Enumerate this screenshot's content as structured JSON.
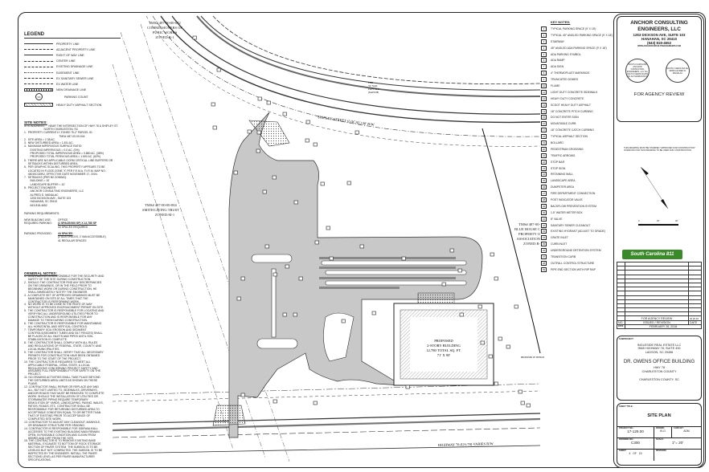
{
  "legend": {
    "title": "LEGEND",
    "items": [
      "PROPERTY LINE",
      "ADJACENT PROPERTY LINE",
      "RIGHT OF WAY LINE",
      "CENTER LINE",
      "EXISTING DRAINAGE LINE",
      "EASEMENT LINE",
      "EX SANITARY SEWER LINE",
      "EX WATER LINE",
      "NEW DRAINAGE LINE",
      "PARKING COUNT",
      "HEAVY DUTY ASPHALT SECTION"
    ],
    "parking_count_symbol": "XX"
  },
  "site_notes": {
    "title": "SITE NOTES:",
    "lines": [
      "SITE ADDRESS:     NEAR THE INTERSECTION OF HWY 78 & SHIPLEY ST.",
      "                          NORTH CHARLESTON, SC",
      "1.  PROPERTY CURRENTLY ZONED \"B-2\" PARCEL ID:",
      "                                              TMS# 487-00-00-044",
      "2.  SITE AREA = 2.38 AC.",
      "3.  NEW DISTURBED AREA = 1.811 AC.",
      "4.  MAXIMUM IMPERVIOUS SURFACE RATIO:",
      "        EXISTING IMPERVIOUS = 0.0 AC. (0%)",
      "        PROPOSED TOTAL IMPERVIOUS AREA = 0.880 AC. (38%)",
      "        PROPOSED TOTAL PERVIOUS AREA = 1.500 AC. (62%)",
      "5.  THERE ARE NO APPLICABLE OCRM CRITICAL LINE BUFFERS OR",
      "     SETBACKS WITHIN DISTURBED AREA.",
      "6.  PER GRAPHIC SCALING, THIS PROPERTY APPEARS TO BE",
      "     LOCATED IN FLOOD ZONE 'X' PER F.E.M.A. F.I.R.M. MAP NO.",
      "     45019C0259J, EFFECTIVE DATE NOVEMBER 17, 2004.",
      "7.  SETBACKS (PER B2 ZONING):",
      "        BUILDING = 10'",
      "        LANDSCAPE BUFFER = 10'",
      "8.  PROJECT ENGINEER:",
      "        ANCHOR CONSULTING ENGINEERS, LLC",
      "        ALFRED D. MANALAC",
      "        1253 DICKSON AVE., SUITE 103",
      "        HANAHAN, SC 29410",
      "        843-818-4652"
    ]
  },
  "parking": {
    "title": "PARKING REQUIREMENTS:",
    "use_label": "NEW BUILDING USE:",
    "use_value": "OFFICE",
    "required_label": "REQUIRED PARKING:",
    "required_value": "(1 SPACE/300 SF) X 12,780 SF",
    "required_value2": "43 SPACES REQUIRED",
    "provided_label": "PARKING PROVIDED:",
    "provided_value": "44 SPACES",
    "provided_value2": "(2 ADA SPACES, 2 VAN ACCESSIBLE)",
    "provided_value3": "41 REGULAR SPACES"
  },
  "general_notes": {
    "title": "GENERAL NOTES:",
    "lines": [
      "1.  CONTRACTOR IS RESPONSIBLE FOR THE SECURITY AND",
      "     SAFETY OF THE SITE DURING CONSTRUCTION.",
      "2.  SHOULD THE CONTRACTOR FIND ANY DISCREPANCIES",
      "     ON THE DRAWINGS, OR IN THE FIELD PRIOR TO",
      "     BEGINNING WORK OR DURING CONSTRUCTION, HE",
      "     SHALL IMMEDIATELY NOTIFY THE ENGINEER.",
      "3.  A COMPLETE SET OF APPROVED DRAWINGS MUST BE",
      "     MAINTAINED ON SITE AT ALL TIMES THAT THE",
      "     CONTRACTOR IS PERFORMING WORK.",
      "4.  NO WORK IS TO BE DONE IN THE RIGHT-OF-WAY",
      "     WITHOUT APPROVED ENCROACHMENT PERMIT ON SITE.",
      "5.  THE CONTRACTOR IS RESPONSIBLE FOR LOCATING AND",
      "     VERIFYING ALL UNDERGROUND UTILITIES PRIOR TO",
      "     CONSTRUCTION AND IS RESPONSIBLE FOR ANY",
      "     DAMAGE TO THEM DURING CONSTRUCTION.",
      "6.  THE CONTRACTOR IS RESPONSIBLE FOR MAINTAINING",
      "     ALL HORIZONTAL AND VERTICAL CONTROLS.",
      "7.  TEMPORARY SOIL EROSION AND SEDIMENT",
      "     CONTROLS(SEDIMENT TUBES AND SILT FENCES) SHALL",
      "     BE PLACED AT ALL INLETS AND PIPES UNTIL SOIL",
      "     STABILIZATION IS COMPLETE.",
      "8.  THE CONTRACTOR SHALL COMPLY WITH ALL RULES",
      "     AND REGULATIONS OF FEDERAL, STATE, COUNTY, AND",
      "     LOCAL MUNICIPALITIES.",
      "9.  THE CONTRACTOR SHALL VERIFY THAT ALL NECESSARY",
      "     PERMITS FOR CONSTRUCTION HAVE BEEN OBTAINED",
      "     PRIOR TO THE START OF THE PROJECT.",
      "10. THE CONTRACTOR IS REQUIRED TO MEET ALL",
      "     APPLICABLE FEDERAL, OSHA, STATE, & LOCAL",
      "     REGULATIONS CONCERNING PROJECT SAFETY AND",
      "     ASSUMES FULL RESPONSIBILITY FOR SAFETY ON THE",
      "     PROJECT.",
      "11. NO GRADING ACTIVITIES SHALL TAKE PLACE BEYOND",
      "     THE DISTURBED AREA LIMITS AS SHOWN ON THESE",
      "     PLANS.",
      "12. CONTRACTOR SHALL REPAIR OR REPLACE ANY AND",
      "     ALL, BUT NOT LIMITED TO, SIDEWALKS, DRIVEWAYS,",
      "     AND/OR ROADS THAT MUST BE REMOVED TO COMPLETE",
      "     WORK. SHOULD THE INSTALLATION OF UTILITIES OR",
      "     STORMWATER PIPING REQUIRE TEMPORARY",
      "     DEMOLITION OF YARDS, LANDSCAPING, PAVING, WALKS,",
      "     PATIOS, ROADS, ETC. CONTRACTOR SHALL BE",
      "     RESPONSIBLE FOR RETURNING DISTURBED AREA TO",
      "     ACCEPTABLE CONDITION EQUAL TO OR BETTER THAN",
      "     THAT OF EXISTING PRIOR TO ACCEPTANCE OF",
      "     COMPLETED SITE WORK.",
      "13. CONTRACTOR TO ADJUST ANY CLEANOUT, MANHOLE,",
      "     OR DRAINAGE STRUCTURE PER GRADING.",
      "14. CONTRACTOR IS RESPONSIBLE FOR SIDEWALK/ALL",
      "     ACCESSES TO THE EXISTING BUILDING MAIN REMAIN",
      "     OPEN, IN PASSABLE CONDITION AND CLEAN FROM",
      "     DEBRIS AND DIRT FROM THE SITE.",
      "15. THE CONTRACTOR IS TO REMOVE EXISTING BASE",
      "     MATERIAL, EXCAVATE TO BOTTOM OF ROCK STORAGE",
      "     SECTION OF PAVER SYSTEM. THE SUBSOIL IS TO BE",
      "     LEVELED BUT NOT COMPACTED. THE SUBSOIL IS TO BE",
      "     INSPECTED BY THE ENGINEER. INSTALL THE PAVER",
      "     SECTIONS LEVEL AS PER PAVER MANUFACTURER",
      "     SPECIFICATIONS."
    ]
  },
  "key_notes": {
    "title": "KEY NOTES:",
    "items": [
      "TYPICAL PARKING SPACE (9' X 18')",
      "TYPICAL 45° ANGLED PARKING SPACE (9' X 18')",
      "STAIRWAY",
      "45° ANGLED ADA PARKING SPACE (9' X 18')",
      "ADA PARKING SYMBOL",
      "ADA RAMP",
      "ADA SIGN",
      "4\" THERMOPLAST MARKINGS",
      "TRUNCATED DOMES",
      "FLUME",
      "LIGHT DUTY CONCRETE SIDEWALK",
      "HEAVY DUTY CONCRETE",
      "SCDOT HEAVY DUTY ASPHALT",
      "18\" CONCRETE PITCH CURBING",
      "DO NOT ENTER SIGN",
      "MOUNTABLE CURB",
      "18\" CONCRETE CATCH CURBING",
      "TYPICAL ASPHALT SECTION",
      "BOLLARD",
      "PEDESTRIAN CROSSING",
      "TRAFFIC ARROWS",
      "STOP BAR",
      "STOP SIGN",
      "RETAINING WALL",
      "LANDSCAPE AREA",
      "DUMPSTER AREA",
      "FIRE DEPARTMENT CONNECTION",
      "POST INDICATOR VALVE",
      "BACKFLOW PREVENTION SYSTEM",
      "1.5\" WATER METER BOX",
      "8\" VALVE",
      "SANITARY SEWER CLEANOUT",
      "EXISTING HYDRANT (ADJUST TO GRADE)",
      "GRATE INLET",
      "CURB INLET",
      "UNDERGROUND DETENTION SYSTEM",
      "TRANSITION CURB",
      "OUTFALL CONTROL STRUCTURE",
      "PIPE END SECTION WITH RIP RAP"
    ]
  },
  "plan": {
    "parcel_nw": [
      "TMS# 487-00-00-042",
      "COMMISSIONERS OF",
      "PUBIC WORKS",
      "ZONED:R-1"
    ],
    "parcel_w": [
      "TMS# 487-00-00-004",
      "SMITH LIVING TRUST",
      "ZONED:M-1"
    ],
    "parcel_e": [
      "TMS# 487-00-",
      "BLUE HOUSE C",
      "PROPERTY O",
      "ASSOCIATION",
      "ZONED:R-"
    ],
    "street_n": "SHIPLEY STREET (LOCAL) 50' R/W",
    "street_s": "HIGHWAY 78 (US-78) VARIES R/W",
    "tbm": [
      "TBM",
      "\"X\" NAIL",
      "ELEV: 33.5'",
      "(NAVD 88)"
    ],
    "building": [
      "PROPOSED",
      "2-STORY BUILDING",
      "12,780 TOTAL SQ. FT.",
      "71' X 90'"
    ],
    "design_note": "PROPOSED 20' DESIGN"
  },
  "title_block": {
    "company": "ANCHOR CONSULTING ENGINEERS, LLC",
    "address1": "1253 DICKSON AVE, SUITE 103",
    "address2": "HANAHAN, SC 29410",
    "phone": "(843) 818-4652",
    "website": "WWW.ANCHORCONSULTINGENGINEERS.COM",
    "seal_company": "SOUTH CAROLINA ANCHOR CONSULTING ENGINEERS, LLC No. C04774 CERTIFICATE OF AUTHORIZATION",
    "seal_engineer": "SOUTH CAROLINA No. 33659 ALFRED D. MANALAC",
    "review_status": "FOR AGENCY REVIEW",
    "approval_note": "THIS DRAWING MUST BE STAMPED \"APPROVED FOR CONSTRUCTION\" IN RED INK FOR THIS DRAWING TO BE USED FOR CONSTRUCTION.",
    "scale_ticks": [
      "0",
      "20'",
      "40'"
    ],
    "sc811_logo": "South Carolina 811",
    "revisions": [
      {
        "no": "",
        "desc": "FOR AGENCY REVIEW",
        "date": "02.26.18"
      }
    ],
    "rev_headers": {
      "no": "NO.",
      "desc": "ISSUED / REVISION",
      "date": "DATE"
    },
    "date_label": "DATE",
    "date": "FEBRUARY 26, 2018",
    "subproject_label": "SUBPROJECT:",
    "client": [
      "INGLESIDE REAL ESTATE LLC",
      "9565 HIGHWAY 78, SUITE 400",
      "LADSON, SC 29456"
    ],
    "project_name": "DR. OWENS OFFICE BUILDING",
    "project_loc": [
      "HWY 78",
      "CHARLESTON COUNTY"
    ],
    "project_county": "CHARLESTON COUNTY, SC",
    "sheet_title_label": "SHEET TITLE:",
    "sheet_title": "SITE PLAN",
    "project_no_label": "PROJECT NO.:",
    "project_no": "17-129.00",
    "drawn_label": "DRAWN:",
    "drawn": "KLG",
    "checked_label": "CHKD BY:",
    "checked": "ADM",
    "drawing_no_label": "DRAWING NO.:",
    "drawing_no": "C300",
    "scale_label": "SCALE:",
    "scale": "1\"= 20'",
    "sheet_label": "SHEET:",
    "sheet": "4   OF   15",
    "revision_label": "REVISION:"
  },
  "colors": {
    "pavement": "#c8c8c8",
    "line": "#222222",
    "sc811_green": "#3a8a2a",
    "sc811_yellow": "#e7e21b"
  }
}
